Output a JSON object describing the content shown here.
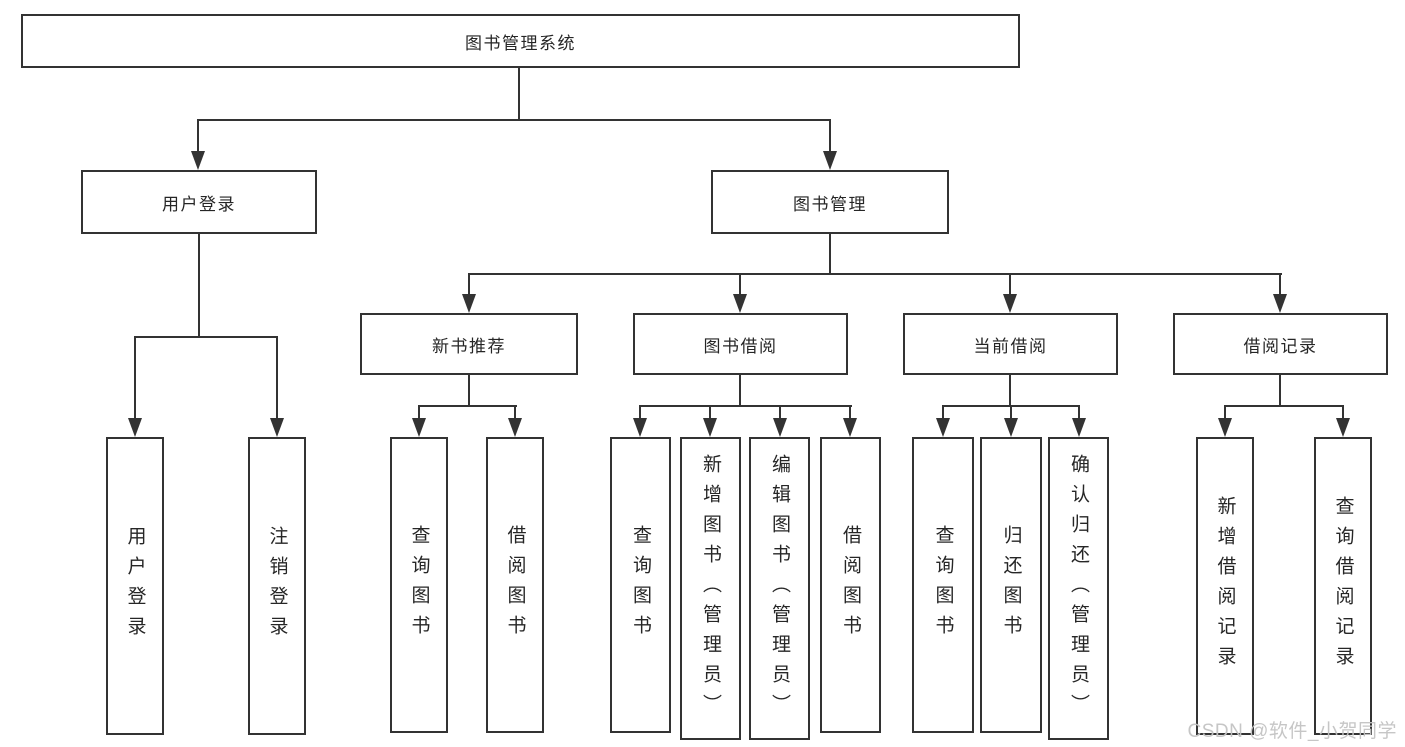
{
  "diagram": {
    "root": {
      "label": "图书管理系统"
    },
    "branches": [
      {
        "label": "用户登录",
        "children": [
          {
            "label": "用户登录"
          },
          {
            "label": "注销登录"
          }
        ]
      },
      {
        "label": "图书管理",
        "children": [
          {
            "label": "新书推荐",
            "children": [
              {
                "label": "查询图书"
              },
              {
                "label": "借阅图书"
              }
            ]
          },
          {
            "label": "图书借阅",
            "children": [
              {
                "label": "查询图书"
              },
              {
                "label": "新增图书（管理员）"
              },
              {
                "label": "编辑图书（管理员）"
              },
              {
                "label": "借阅图书"
              }
            ]
          },
          {
            "label": "当前借阅",
            "children": [
              {
                "label": "查询图书"
              },
              {
                "label": "归还图书"
              },
              {
                "label": "确认归还（管理员）"
              }
            ]
          },
          {
            "label": "借阅记录",
            "children": [
              {
                "label": "新增借阅记录"
              },
              {
                "label": "查询借阅记录"
              }
            ]
          }
        ]
      }
    ],
    "watermark": {
      "text": "CSDN @软件_小贺同学"
    }
  },
  "colors": {
    "line": "#333333",
    "text": "#262626",
    "watermark": "#c4c4c4",
    "background": "#ffffff"
  }
}
